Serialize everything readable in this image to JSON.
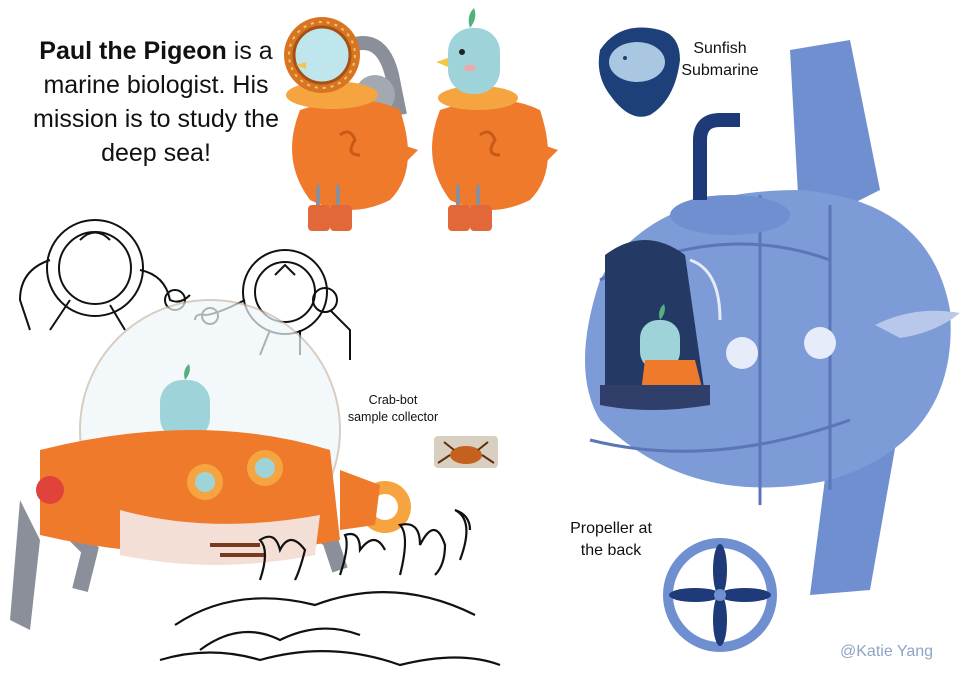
{
  "intro": {
    "name_bold": "Paul the Pigeon",
    "rest": " is a marine biologist. His mission is to study the deep sea!"
  },
  "labels": {
    "sunfish_line1": "Sunfish",
    "sunfish_line2": "Submarine",
    "crab_line1": "Crab-bot",
    "crab_line2": "sample collector",
    "propeller_line1": "Propeller at",
    "propeller_line2": "the back"
  },
  "credit": "@Katie Yang",
  "colors": {
    "orange": "#f07a2b",
    "light_orange": "#f6a43f",
    "pigeon_blue": "#9fd3da",
    "sub_blue": "#6f8fd0",
    "sub_dark": "#5a76b8",
    "navy": "#1e3a78",
    "credit_gray": "#8fa3c4"
  }
}
